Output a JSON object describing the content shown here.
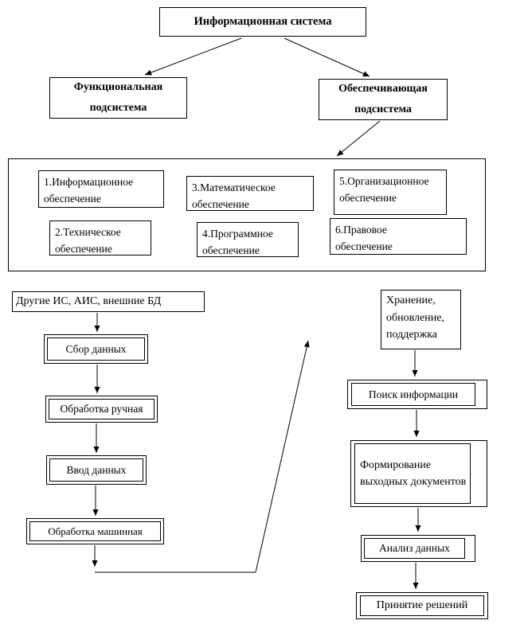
{
  "top": {
    "root": "Информационная система",
    "functional": "Функциональная подсистема",
    "providing": "Обеспечивающая подсистема"
  },
  "support": {
    "items": [
      "1.Информационное обеспечение",
      "3.Математическое обеспечение",
      "5.Организационное обеспечение",
      "2.Техническое обеспечение",
      "4.Программное обеспечение",
      "6.Правовое обеспечение"
    ]
  },
  "flow": {
    "external": "Другие ИС, АИС, внешние БД",
    "collect": "Сбор данных",
    "manual": "Обработка ручная",
    "input": "Ввод данных",
    "machine": "Обработка машинная",
    "storage": "Хранение, обновление, поддержка",
    "search": "Поиск информации",
    "output": "Формирование выходных документов",
    "analysis": "Анализ данных",
    "decision": "Принятие решений"
  },
  "colors": {
    "border": "#000000",
    "background": "#ffffff",
    "text": "#000000"
  }
}
